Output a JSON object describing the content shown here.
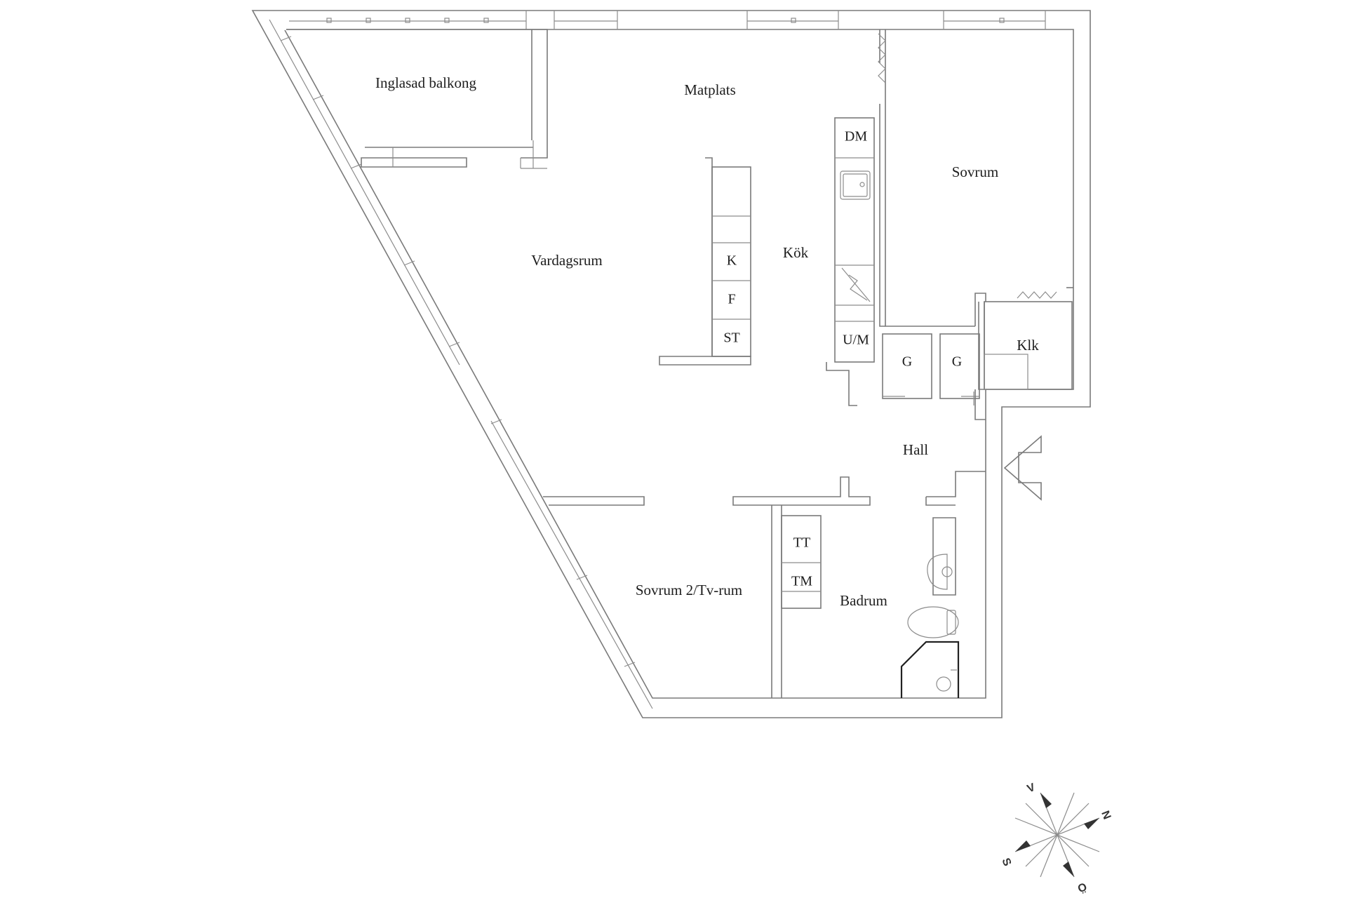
{
  "rooms": {
    "glazed_balcony": "Inglasad balkong",
    "dining": "Matplats",
    "living": "Vardagsrum",
    "kitchen": "Kök",
    "bedroom": "Sovrum",
    "closet": "Klk",
    "hall": "Hall",
    "bedroom2": "Sovrum 2/Tv-rum",
    "bathroom": "Badrum"
  },
  "fixtures": {
    "dishwasher": "DM",
    "fridge": "K",
    "freezer": "F",
    "pantry": "ST",
    "oven_microwave": "U/M",
    "wardrobe_1": "G",
    "wardrobe_2": "G",
    "dryer": "TT",
    "washer": "TM"
  },
  "compass": {
    "west": "V",
    "north": "N",
    "south": "S",
    "east": "Ö"
  }
}
